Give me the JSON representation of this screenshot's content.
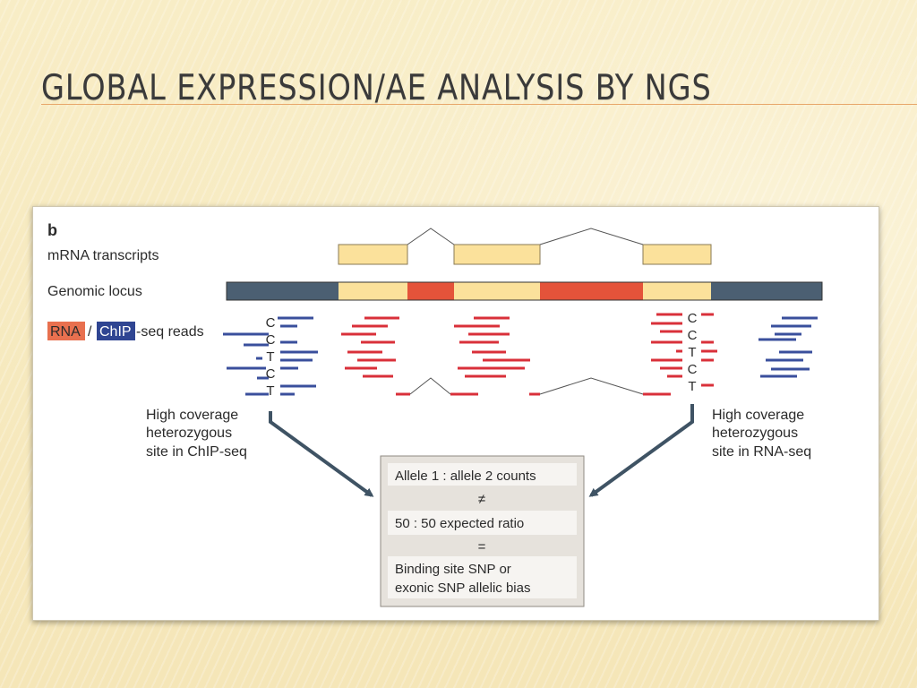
{
  "slide": {
    "title": "GLOBAL EXPRESSION/AE ANALYSIS BY NGS"
  },
  "figure": {
    "panel_letter": "b",
    "labels": {
      "mrna": "mRNA transcripts",
      "locus": "Genomic locus",
      "rna": "RNA",
      "slash": "/",
      "chip": "ChIP",
      "seq_reads": "-seq reads"
    },
    "left_bases": [
      "C",
      "C",
      "T",
      "C",
      "T"
    ],
    "right_bases": [
      "C",
      "C",
      "T",
      "C",
      "T"
    ],
    "left_caption": [
      "High coverage",
      "heterozygous",
      "site in ChIP-seq"
    ],
    "right_caption": [
      "High coverage",
      "heterozygous",
      "site in RNA-seq"
    ],
    "box": {
      "row1": "Allele 1 :  allele 2 counts",
      "neq": "≠",
      "row2": "50 : 50 expected ratio",
      "eq": "=",
      "row3a": "Binding site SNP or",
      "row3b": "exonic SNP allelic bias"
    },
    "colors": {
      "exon": "#fbe19b",
      "intron": "#e4533a",
      "flank": "#4b5f72",
      "rna": "#d9303a",
      "chip": "#3a4f9c",
      "arrow": "#3f5364"
    }
  }
}
